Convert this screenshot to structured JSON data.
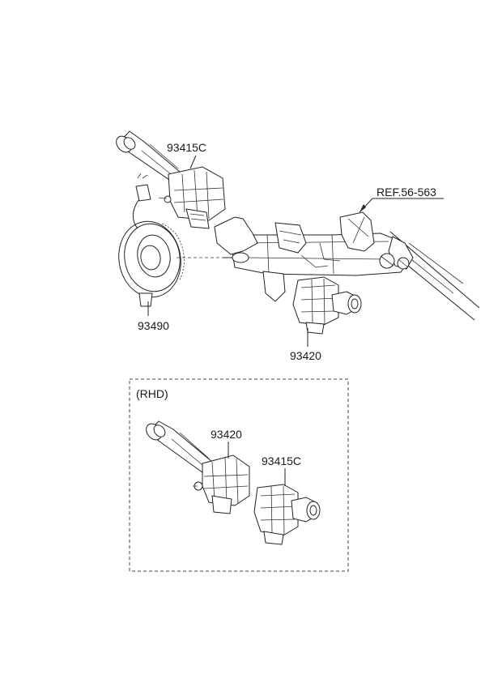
{
  "labels": {
    "upper_93415c": "93415C",
    "ref": "REF.56-563",
    "clock_spring": "93490",
    "upper_93420": "93420",
    "rhd_title": "(RHD)",
    "rhd_93420": "93420",
    "rhd_93415c": "93415C"
  },
  "icons": {
    "column": "steering-column-icon",
    "switch": "combination-switch-icon",
    "clock": "clock-spring-icon"
  }
}
